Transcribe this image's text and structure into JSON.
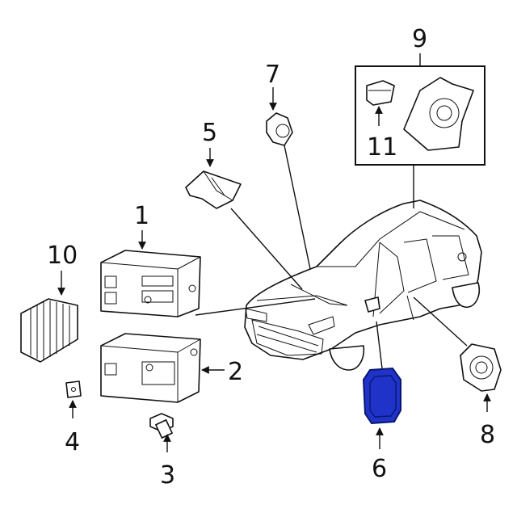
{
  "callouts": {
    "c1": "1",
    "c2": "2",
    "c3": "3",
    "c4": "4",
    "c5": "5",
    "c6": "6",
    "c7": "7",
    "c8": "8",
    "c9": "9",
    "c10": "10",
    "c11": "11"
  },
  "colors": {
    "highlight_fill": "#1f33c8",
    "highlight_edge": "#0a1670",
    "line": "#111111",
    "background": "#ffffff"
  }
}
